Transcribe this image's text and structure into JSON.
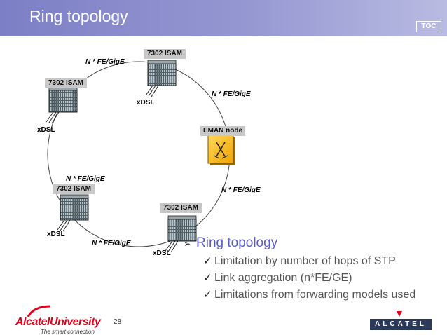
{
  "slide": {
    "title": "Ring topology",
    "toc_label": "TOC",
    "page_number": "28"
  },
  "diagram": {
    "nodes": [
      {
        "id": "isam-top",
        "label": "7302 ISAM"
      },
      {
        "id": "isam-left",
        "label": "7302 ISAM"
      },
      {
        "id": "eman",
        "label": "EMAN node"
      },
      {
        "id": "isam-bottom-left",
        "label": "7302 ISAM"
      },
      {
        "id": "isam-bottom-right",
        "label": "7302 ISAM"
      }
    ],
    "link_labels": [
      "N * FE/GigE",
      "N * FE/GigE",
      "N * FE/GigE",
      "N * FE/GigE",
      "N * FE/GigE"
    ],
    "access_labels": [
      "xDSL",
      "xDSL",
      "xDSL",
      "xDSL"
    ]
  },
  "bullets": {
    "main": "Ring topology",
    "subs": [
      "Limitation by number of hops of STP",
      "Link aggregation (n*FE/GE)",
      "Limitations from forwarding models used"
    ]
  },
  "branding": {
    "left_logo_brand": "AlcatelUniversity",
    "left_logo_tagline": "The smart connection.",
    "right_logo": "ALCATEL"
  },
  "colors": {
    "header": "#8b8dcc",
    "bullet_text": "#5a5cc4",
    "brand_red": "#e2001a",
    "eman_fill": "#ffc21a"
  }
}
